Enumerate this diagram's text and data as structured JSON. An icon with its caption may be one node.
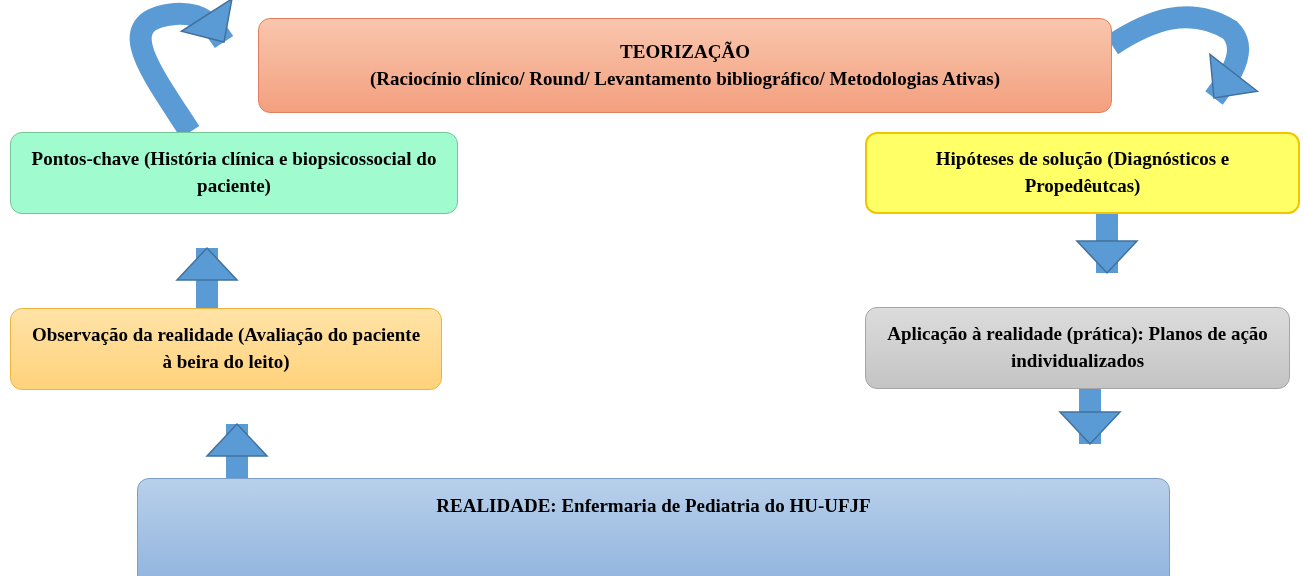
{
  "diagram": {
    "nodes": [
      {
        "text": [
          "TEORIZAÇÃO",
          "(Raciocínio clínico/ Round/ Levantamento bibliográfico/ Metodologias Ativas)"
        ]
      },
      {
        "text": [
          "Pontos-chave   (História clínica e biopsicossocial do paciente)"
        ]
      },
      {
        "text": [
          "Hipóteses de solução  (Diagnósticos e Propedêutcas)"
        ]
      },
      {
        "text": [
          "Observação da realidade (Avaliação do paciente à beira do leito)"
        ]
      },
      {
        "text": [
          "Aplicação à realidade (prática): Planos de ação individualizados"
        ]
      },
      {
        "text": [
          "REALIDADE: Enfermaria de Pediatria do HU-UFJF"
        ]
      }
    ],
    "edges": [
      {
        "from": 5,
        "to": 3,
        "arrow": "to"
      },
      {
        "from": 3,
        "to": 1,
        "arrow": "to"
      },
      {
        "from": 1,
        "to": 0,
        "arrow": "to"
      },
      {
        "from": 0,
        "to": 2,
        "arrow": "to"
      },
      {
        "from": 2,
        "to": 4,
        "arrow": "to"
      },
      {
        "from": 4,
        "to": 5,
        "arrow": "to"
      }
    ]
  }
}
